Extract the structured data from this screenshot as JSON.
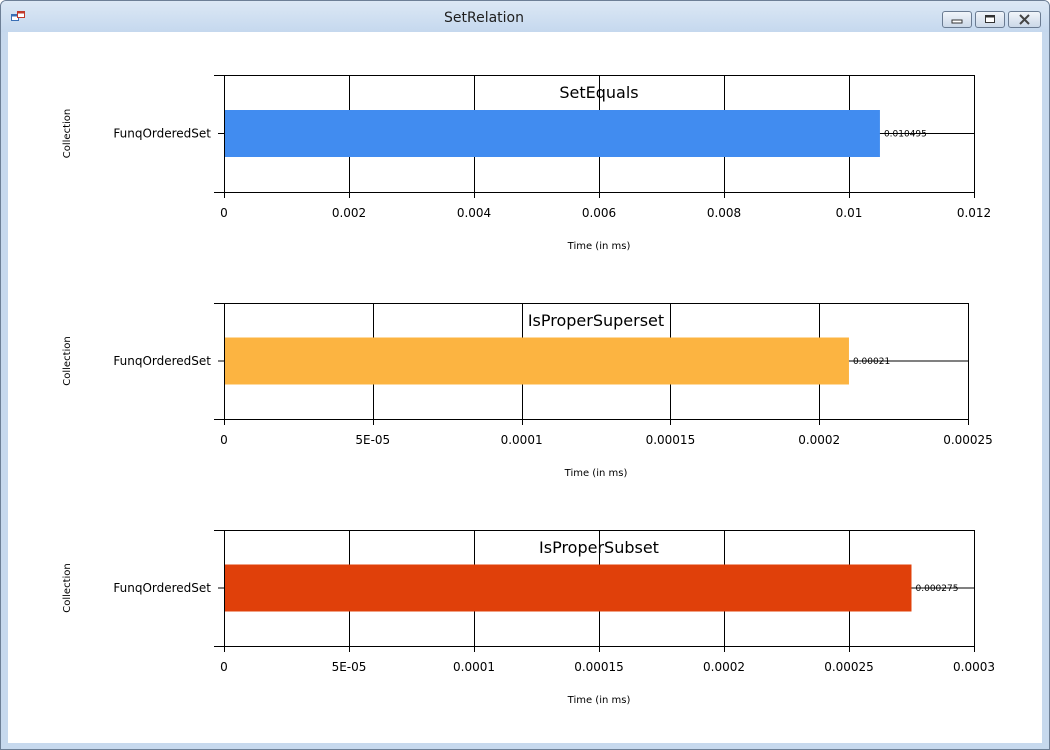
{
  "window": {
    "title": "SetRelation",
    "icon": "app-window-icon",
    "controls": [
      "minimize-icon",
      "restore-icon",
      "close-icon"
    ]
  },
  "chart_data": [
    {
      "type": "bar",
      "orientation": "horizontal",
      "title": "SetEquals",
      "categories": [
        "FunqOrderedSet"
      ],
      "values": [
        0.010495
      ],
      "value_labels": [
        "0.010495"
      ],
      "xlabel": "Time (in ms)",
      "ylabel": "Collection",
      "xlim": [
        0,
        0.012
      ],
      "ticks": [
        0,
        0.002,
        0.004,
        0.006,
        0.008,
        0.01,
        0.012
      ],
      "tick_labels": [
        "0",
        "0.002",
        "0.004",
        "0.006",
        "0.008",
        "0.01",
        "0.012"
      ],
      "color": "#418cf0",
      "grid": true
    },
    {
      "type": "bar",
      "orientation": "horizontal",
      "title": "IsProperSuperset",
      "categories": [
        "FunqOrderedSet"
      ],
      "values": [
        0.00021
      ],
      "value_labels": [
        "0.00021"
      ],
      "xlabel": "Time (in ms)",
      "ylabel": "Collection",
      "xlim": [
        0,
        0.00025
      ],
      "ticks": [
        0,
        5e-05,
        0.0001,
        0.00015,
        0.0002,
        0.00025
      ],
      "tick_labels": [
        "0",
        "5E-05",
        "0.0001",
        "0.00015",
        "0.0002",
        "0.00025"
      ],
      "color": "#fcb441",
      "grid": true
    },
    {
      "type": "bar",
      "orientation": "horizontal",
      "title": "IsProperSubset",
      "categories": [
        "FunqOrderedSet"
      ],
      "values": [
        0.000275
      ],
      "value_labels": [
        "0.000275"
      ],
      "xlabel": "Time (in ms)",
      "ylabel": "Collection",
      "xlim": [
        0,
        0.0003
      ],
      "ticks": [
        0,
        5e-05,
        0.0001,
        0.00015,
        0.0002,
        0.00025,
        0.0003
      ],
      "tick_labels": [
        "0",
        "5E-05",
        "0.0001",
        "0.00015",
        "0.0002",
        "0.00025",
        "0.0003"
      ],
      "color": "#e0400a",
      "grid": true
    }
  ]
}
